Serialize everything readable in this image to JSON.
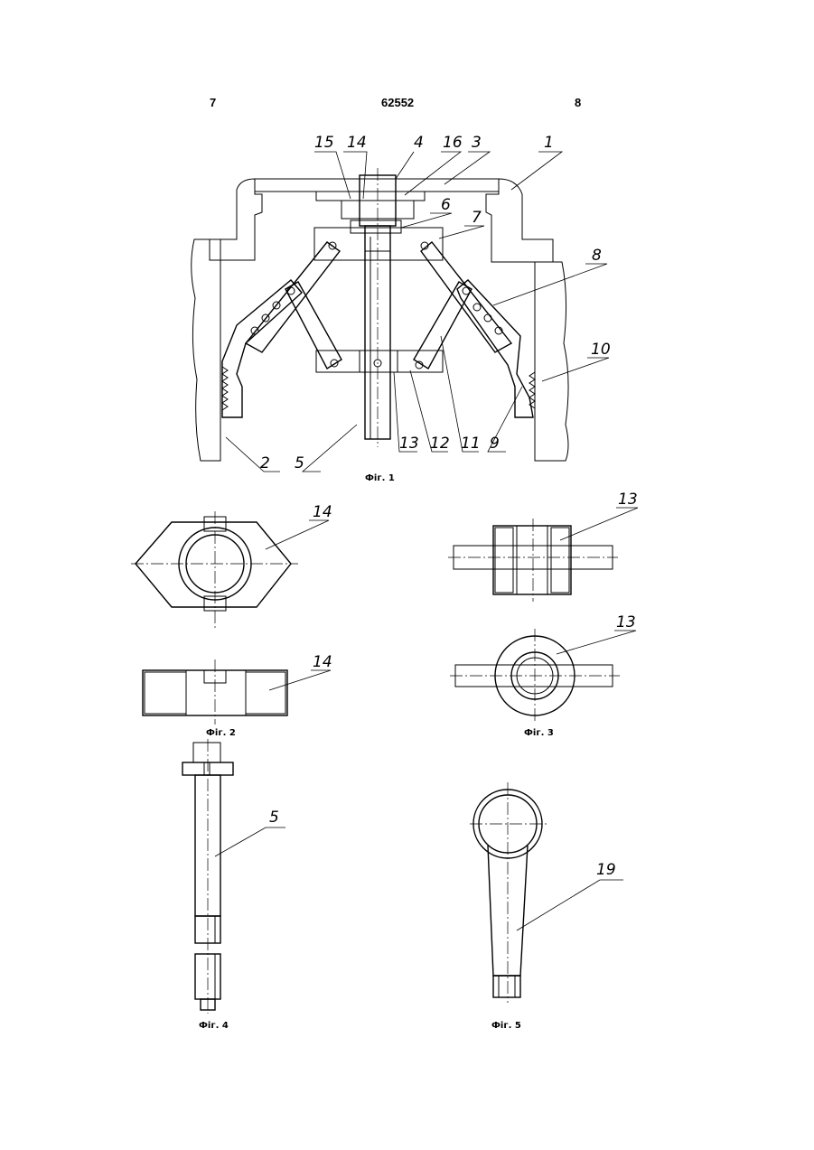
{
  "header": {
    "left_page": "7",
    "doc_number": "62552",
    "right_page": "8"
  },
  "captions": {
    "fig1": "Фіг. 1",
    "fig2": "Фіг. 2",
    "fig3": "Фіг. 3",
    "fig4": "Фіг. 4",
    "fig5": "Фіг. 5"
  },
  "fig1_labels": {
    "l15": "15",
    "l14": "14",
    "l4": "4",
    "l16": "16",
    "l3": "3",
    "l1": "1",
    "l6": "6",
    "l7": "7",
    "l8": "8",
    "l10": "10",
    "l2": "2",
    "l5": "5",
    "l13": "13",
    "l12": "12",
    "l11": "11",
    "l9": "9"
  },
  "fig2_labels": {
    "top": "14",
    "bottom": "14"
  },
  "fig3_labels": {
    "top": "13",
    "bottom": "13"
  },
  "fig4_labels": {
    "part": "5"
  },
  "fig5_labels": {
    "part": "19"
  }
}
